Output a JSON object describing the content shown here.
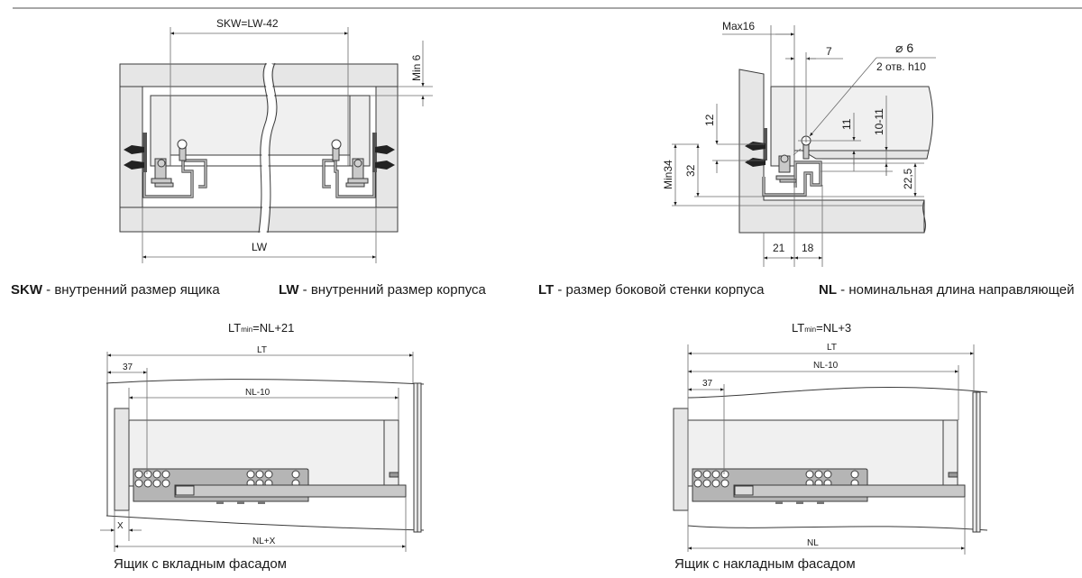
{
  "colors": {
    "line": "#3a3a3a",
    "panel": "#e6e6e6",
    "rail": "#c9c9c9",
    "top_rule": "#8a8a8a"
  },
  "top_left_view": {
    "skw_label": "SKW=LW-42",
    "min6_label": "Min 6",
    "lw_label": "LW"
  },
  "top_right_view": {
    "max16": "Max16",
    "d7": "7",
    "hole_dia": "⌀ 6",
    "hole_note": "2 отв. h10",
    "d12": "12",
    "d11": "11",
    "d10_11": "10-11",
    "min34": "Min34",
    "d32": "32",
    "d22_5": "22,5",
    "d21": "21",
    "d18": "18"
  },
  "legend": [
    {
      "term": "SKW",
      "desc": " - внутренний размер ящика"
    },
    {
      "term": "LW",
      "desc": " - внутренний размер корпуса"
    },
    {
      "term": "LT",
      "desc": " - размер боковой стенки корпуса"
    },
    {
      "term": "NL",
      "desc": " - номинальная длина направляющей"
    }
  ],
  "bottom_left_view": {
    "formula_main": "LT",
    "formula_sub": "min",
    "formula_rest": "=NL+21",
    "lt": "LT",
    "d37": "37",
    "nl_minus_10": "NL-10",
    "x": "X",
    "nl_plus_x": "NL+X",
    "caption": "Ящик с вкладным фасадом"
  },
  "bottom_right_view": {
    "formula_main": "LT",
    "formula_sub": "min",
    "formula_rest": "=NL+3",
    "lt": "LT",
    "nl_minus_10": "NL-10",
    "d37": "37",
    "nl": "NL",
    "caption": "Ящик с накладным фасадом"
  }
}
